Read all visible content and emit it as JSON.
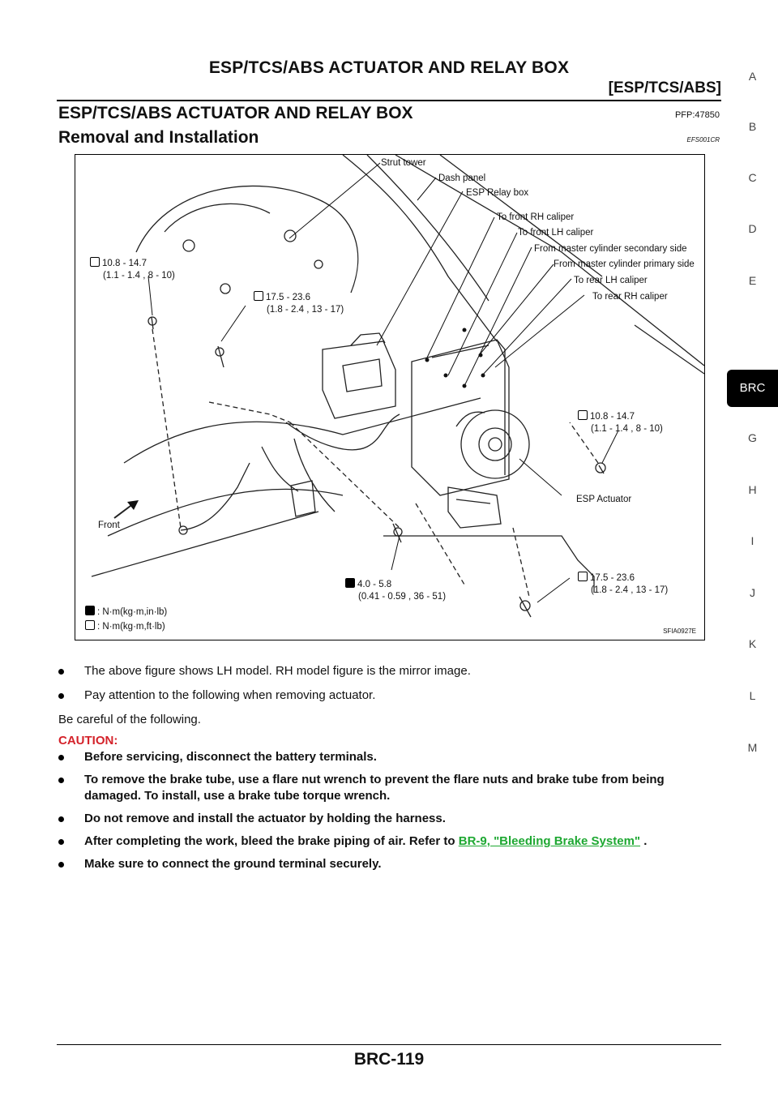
{
  "header": {
    "title": "ESP/TCS/ABS ACTUATOR AND RELAY BOX",
    "section": "[ESP/TCS/ABS]"
  },
  "section": {
    "title": "ESP/TCS/ABS ACTUATOR AND RELAY BOX",
    "code": "PFP:47850",
    "subtitle": "Removal and Installation",
    "subcode": "EFS001CR"
  },
  "figure": {
    "callouts": {
      "strut_tower": "Strut tower",
      "dash_panel": "Dash panel",
      "esp_relay_box": "ESP Relay box",
      "to_front_rh": "To front RH caliper",
      "to_front_lh": "To front LH caliper",
      "from_secondary": "From master cylinder secondary side",
      "from_primary": "From master cylinder primary side",
      "to_rear_lh": "To rear LH caliper",
      "to_rear_rh": "To rear RH caliper",
      "esp_actuator": "ESP Actuator",
      "front": "Front"
    },
    "torques": {
      "t1_a": "10.8 - 14.7",
      "t1_b": "(1.1 - 1.4 , 8 - 10)",
      "t2_a": "17.5 - 23.6",
      "t2_b": "(1.8 - 2.4 , 13 - 17)",
      "t3_a": "10.8 - 14.7",
      "t3_b": "(1.1 - 1.4 , 8 - 10)",
      "t4_a": "4.0 - 5.8",
      "t4_b": "(0.41 - 0.59 , 36 - 51)",
      "t5_a": "17.5 - 23.6",
      "t5_b": "(1.8 - 2.4 , 13 - 17)"
    },
    "legend": {
      "filled": ": N·m(kg·m,in·lb)",
      "open": ": N·m(kg·m,ft·lb)"
    },
    "figure_id": "SFIA0927E"
  },
  "body": {
    "bullet1": "The above figure shows LH model. RH model figure is the mirror image.",
    "bullet2": "Pay attention to the following when removing actuator.",
    "plain": "Be careful of the following.",
    "caution": "CAUTION:",
    "c1": "Before servicing, disconnect the battery terminals.",
    "c2": "To remove the brake tube, use a flare nut wrench to prevent the flare nuts and brake tube from being damaged. To install, use a brake tube torque wrench.",
    "c3": "Do not remove and install the actuator by holding the harness.",
    "c4_pre": "After completing the work, bleed the brake piping of air. Refer to ",
    "c4_link": "BR-9, \"Bleeding Brake System\"",
    "c4_post": " .",
    "c5": "Make sure to connect the ground terminal securely."
  },
  "side_tabs": [
    "A",
    "B",
    "C",
    "D",
    "E",
    "BRC",
    "G",
    "H",
    "I",
    "J",
    "K",
    "L",
    "M"
  ],
  "page_number": "BRC-119"
}
